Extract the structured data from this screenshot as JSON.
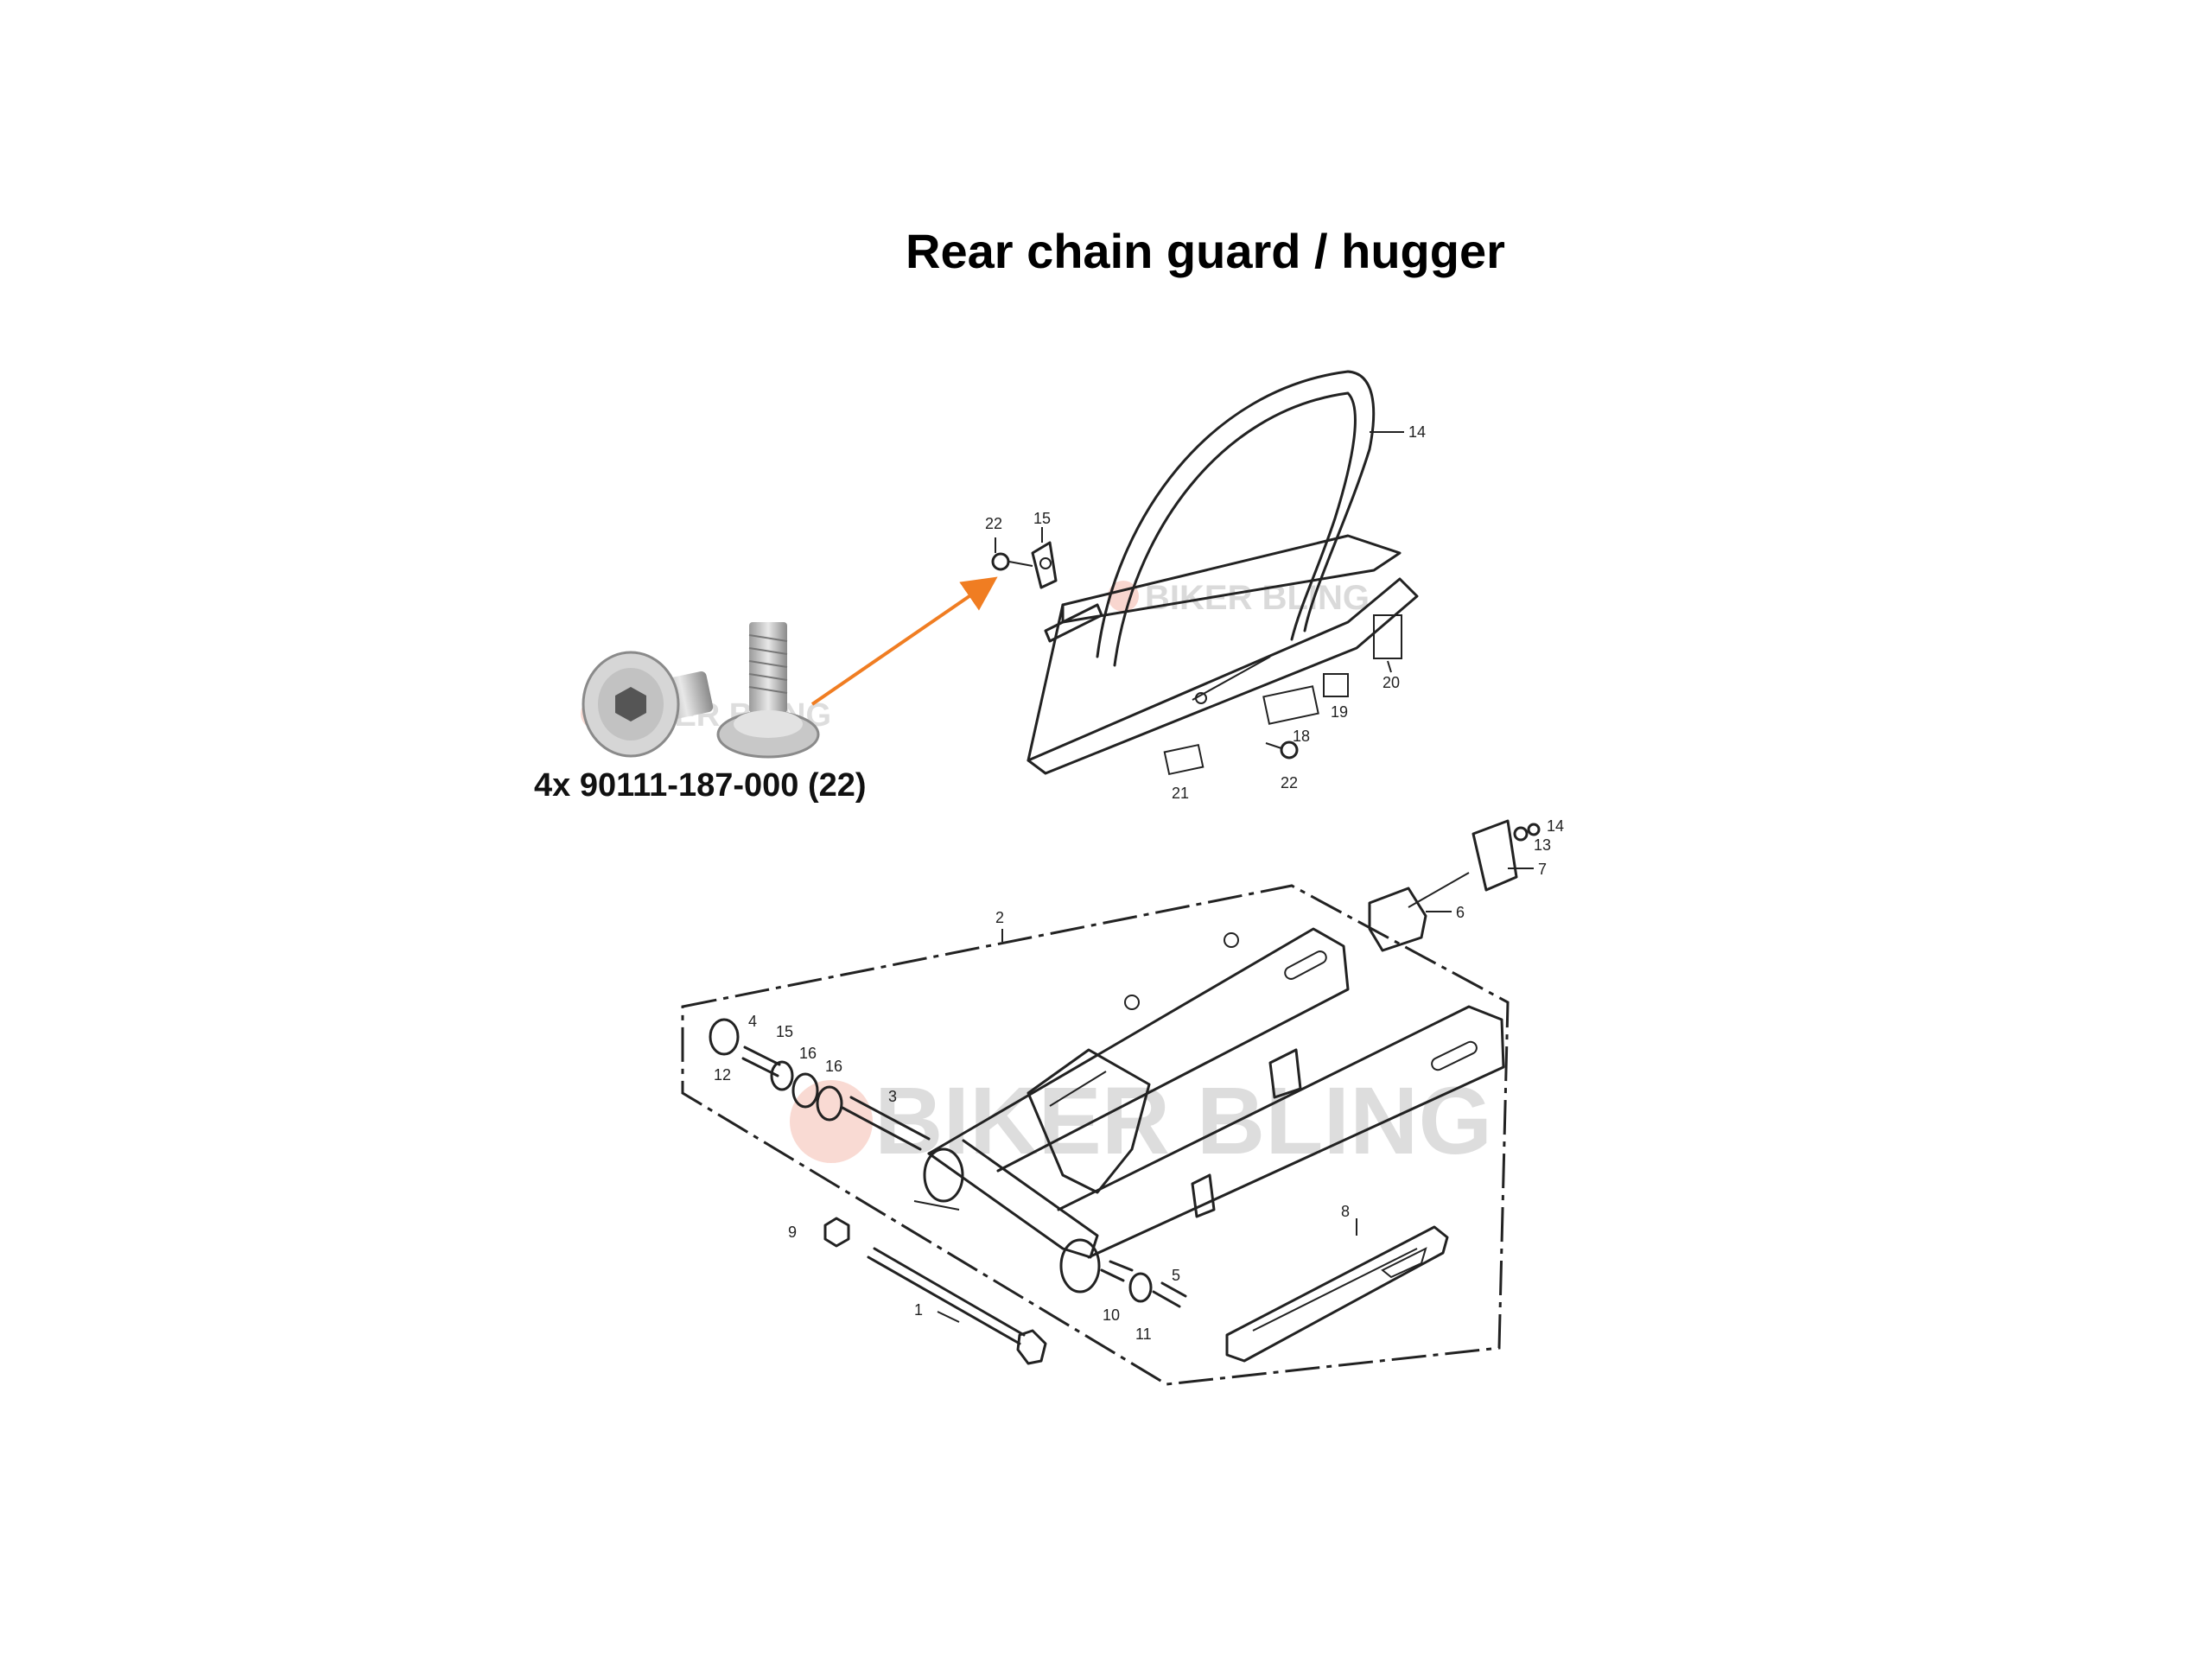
{
  "diagram": {
    "title": "Rear chain guard / hugger",
    "caption": "4x 90111-187-000 (22)",
    "watermark": "BIKER BLING",
    "colors": {
      "arrow": "#f07d22",
      "line": "#222222",
      "watermark": "#bdbdbd",
      "watermark_badge": "#f4b6a8"
    },
    "upper_labels": [
      "14",
      "15",
      "22",
      "20",
      "19",
      "18",
      "22",
      "21"
    ],
    "lower_labels": [
      "2",
      "14",
      "13",
      "7",
      "6",
      "4",
      "15",
      "16",
      "16",
      "12",
      "3",
      "8",
      "9",
      "5",
      "10",
      "11",
      "1"
    ]
  }
}
